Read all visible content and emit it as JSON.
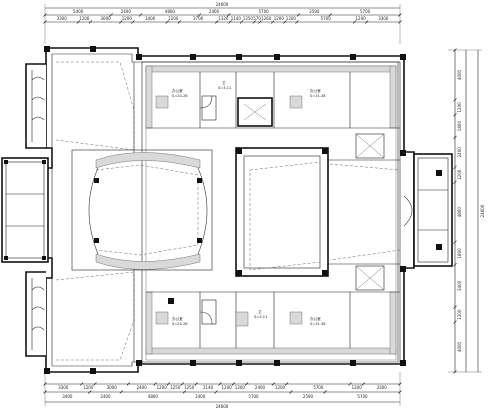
{
  "plan": {
    "top_overall": "24600",
    "top_tier2": [
      "5400",
      "2400",
      "4800",
      "2400",
      "5700",
      "2590",
      "5700"
    ],
    "top_tier3": [
      "3300",
      "1200",
      "3000",
      "1200",
      "3400",
      "1200",
      "3700",
      "1320",
      "1140",
      "1250",
      "570",
      "1260",
      "1200",
      "1200",
      "5700",
      "1200",
      "3300"
    ],
    "bottom_overall": "24600",
    "bottom_tier2": [
      "3400",
      "2400",
      "4800",
      "2400",
      "5700",
      "2590",
      "5700"
    ],
    "bottom_tier3": [
      "3300",
      "1200",
      "3000",
      "2400",
      "1200",
      "1250",
      "1250",
      "2140",
      "1200",
      "1200",
      "2400",
      "1200",
      "5700",
      "1200",
      "3300"
    ],
    "right_tier1": [
      "4000",
      "1200",
      "1800",
      "2400",
      "1200",
      "4800",
      "1800",
      "3400",
      "1200",
      "4000"
    ],
    "right_overall": "24600",
    "rooms": [
      {
        "name": "办公室",
        "area": "S=20.28"
      },
      {
        "name": "卫",
        "area": "S=3.11"
      },
      {
        "name": "办公室",
        "area": "S=31.38"
      },
      {
        "name": "办公室",
        "area": "S=20.28"
      },
      {
        "name": "卫",
        "area": "S=3.11"
      },
      {
        "name": "办公室",
        "area": "S=31.38"
      }
    ]
  }
}
